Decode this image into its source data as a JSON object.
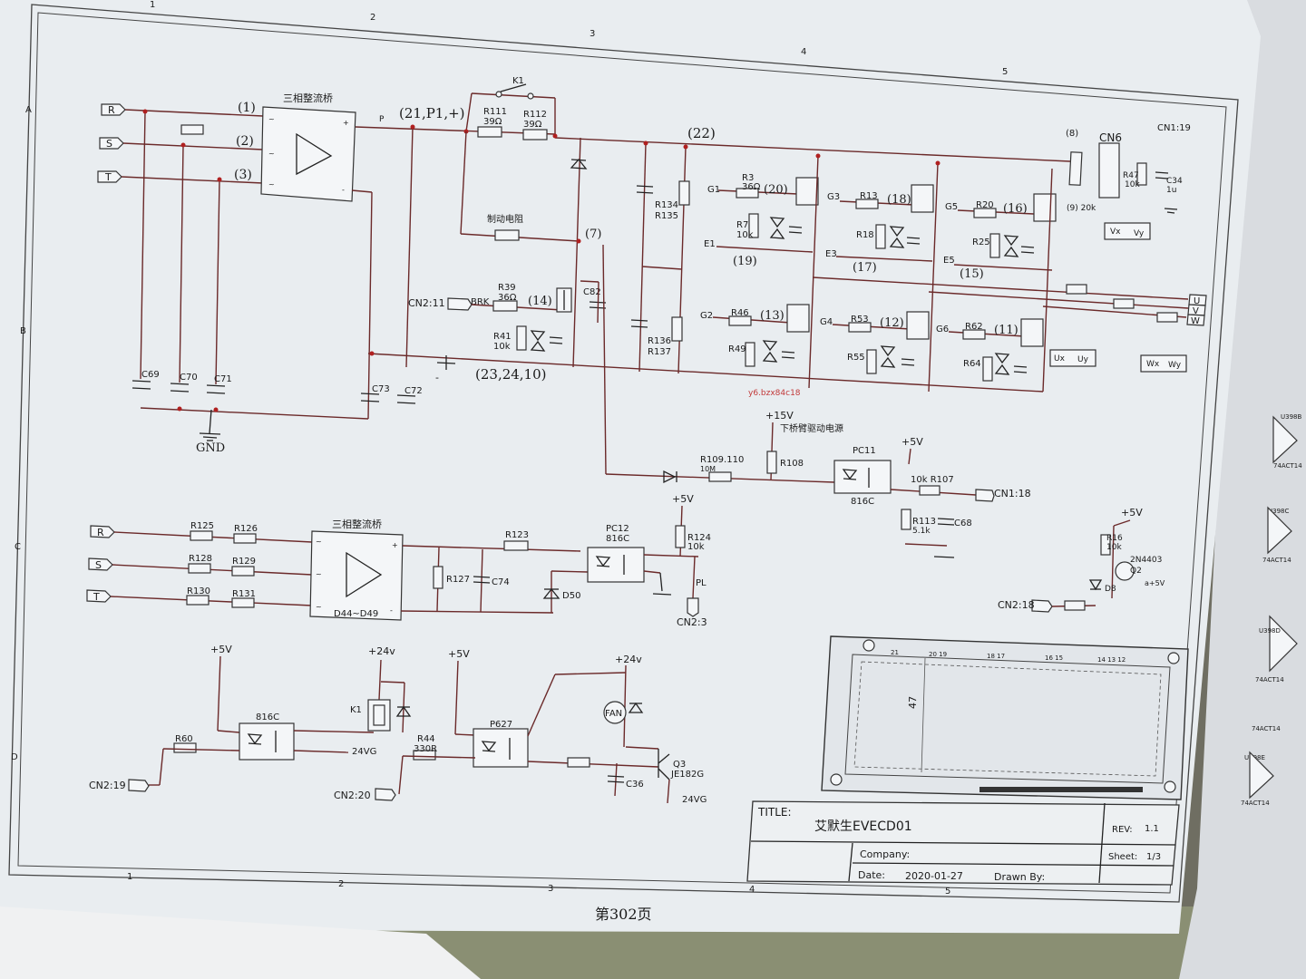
{
  "grid": {
    "top_cols": [
      "1",
      "2",
      "3",
      "4",
      "5"
    ],
    "bottom_cols": [
      "1",
      "2",
      "3",
      "4",
      "5"
    ],
    "rows": [
      "A",
      "B",
      "C",
      "D"
    ]
  },
  "ports": {
    "r": "R",
    "s": "S",
    "t": "T",
    "r2": "R",
    "s2": "S",
    "t2": "T",
    "u": "U",
    "v": "V",
    "w": "W"
  },
  "nets": {
    "n1": "(1)",
    "n2": "(2)",
    "n3": "(3)",
    "p": "P",
    "n21": "(21,P1,+)",
    "n22": "(22)",
    "n7": "(7)",
    "n14": "(14)",
    "n23": "(23,24,10)",
    "n20": "(20)",
    "n19": "(19)",
    "n18": "(18)",
    "n17": "(17)",
    "n16": "(16)",
    "n15": "(15)",
    "n13": "(13)",
    "n12": "(12)",
    "n11": "(11)",
    "n8": "(8)",
    "n9": "(9) 20k",
    "gnd": "GND",
    "minus": "-"
  },
  "labels": {
    "bridge1": "三相整流桥",
    "bridge2": "三相整流桥",
    "brake_res": "制动电阻",
    "lower_supply": "下桥臂驱动电源",
    "k1": "K1",
    "cn2_11": "CN2:11",
    "brk": "BRK",
    "cn6": "CN6",
    "cn1_19": "CN1:19",
    "cn1_18": "CN1:18",
    "cn2_3": "CN2:3",
    "pl": "PL",
    "cn2_18": "CN2:18",
    "cn2_19": "CN2:19",
    "cn2_20": "CN2:20",
    "plus15v": "+15V",
    "plus5v_a": "+5V",
    "plus5v_b": "+5V",
    "plus5v_c": "+5V",
    "plus5v_d": "+5V",
    "plus5v_e": "+5V",
    "plus24v_a": "+24v",
    "plus24v_b": "+24v",
    "vx": "Vx",
    "vy": "Vy",
    "ux": "Ux",
    "uy": "Uy",
    "wx": "Wx",
    "wy": "Wy",
    "ne": "a+5V",
    "d44": "D44~D49",
    "fan": "FAN",
    "v24g_a": "24VG",
    "v24g_b": "24VG",
    "watermark": "y6.bzx84c18"
  },
  "parts": {
    "r111": "R111",
    "r111v": "39Ω",
    "r112": "R112",
    "r112v": "39Ω",
    "r134": "R134",
    "r135": "R135",
    "r136": "R136",
    "r137": "R137",
    "r3": "R3",
    "r3v": "36Ω",
    "r7": "R7",
    "r7v": "10k",
    "r13": "R13",
    "r18": "R18",
    "r20": "R20",
    "r25": "R25",
    "r47": "R47",
    "r47v": "10k",
    "c34": "C34",
    "c34v": "1u",
    "r39": "R39",
    "r39v": "36Ω",
    "r41": "R41",
    "r41v": "10k",
    "c82": "C82",
    "r46": "R46",
    "r49": "R49",
    "r53": "R53",
    "r55": "R55",
    "r62": "R62",
    "r64": "R64",
    "c69": "C69",
    "c70": "C70",
    "c71": "C71",
    "c72": "C72",
    "c73": "C73",
    "g1": "G1",
    "e1": "E1",
    "g3": "G3",
    "e3": "E3",
    "g5": "G5",
    "e5": "E5",
    "g2": "G2",
    "g4": "G4",
    "g6": "G6",
    "r109": "R109.110",
    "r109v": "10M",
    "r108": "R108",
    "pc11": "PC11",
    "pc11t": "816C",
    "r107": "10k R107",
    "r113": "R113",
    "r113v": "5.1k",
    "c68": "C68",
    "r125": "R125",
    "r126": "R126",
    "r128": "R128",
    "r129": "R129",
    "r130": "R130",
    "r131": "R131",
    "r123": "R123",
    "r127": "R127",
    "c74": "C74",
    "d50": "D50",
    "pc12": "PC12",
    "pc12t": "816C",
    "r124": "R124",
    "r124v": "10k",
    "r16": "R16",
    "r16v": "10k",
    "q2": "2N4403",
    "q2b": "Q2",
    "d8": "D8",
    "oc1": "816C",
    "r60": "R60",
    "k1b": "K1",
    "r44": "R44",
    "r44v": "330R",
    "p627": "P627",
    "c36": "C36",
    "q3": "Q3",
    "q3t": "JE182G"
  },
  "title_block": {
    "title_label": "TITLE:",
    "title": "艾默生EVECD01",
    "rev_label": "REV:",
    "rev": "1.1",
    "company_label": "Company:",
    "sheet_label": "Sheet:",
    "sheet": "1/3",
    "date_label": "Date:",
    "date": "2020-01-27",
    "drawn_label": "Drawn By:"
  },
  "page_number": "第302页",
  "right_page": {
    "items": [
      "74ACT14",
      "U398B",
      "74ACT14",
      "U398C",
      "74ACT14",
      "U398D",
      "74ACT14",
      "U398E",
      "74ACT14"
    ]
  },
  "package": {
    "dim": "47",
    "pins_top": [
      "21",
      "20 19",
      "18 17",
      "16 15",
      "14 13 12"
    ]
  }
}
